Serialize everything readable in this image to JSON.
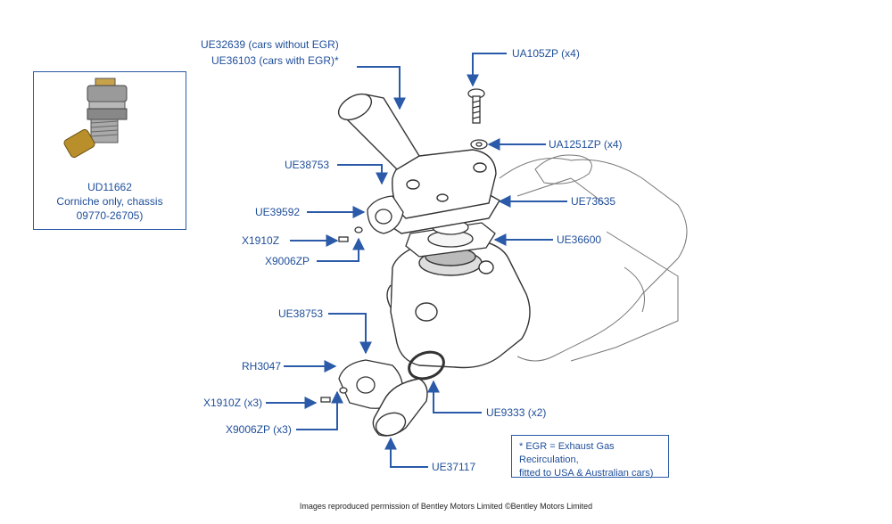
{
  "inset": {
    "part": "UD11662",
    "line2": "Corniche only, chassis",
    "line3": "09770-26705)"
  },
  "labels": {
    "ue32639": "UE32639 (cars without EGR)",
    "ue36103": "UE36103 (cars with EGR)*",
    "ua105zp": "UA105ZP (x4)",
    "ua1251zp": "UA1251ZP (x4)",
    "ue38753_top": "UE38753",
    "ue73635": "UE73635",
    "ue39592": "UE39592",
    "ue36600": "UE36600",
    "x1910z": "X1910Z",
    "x9006zp": "X9006ZP",
    "ue38753_bottom": "UE38753",
    "rh3047": "RH3047",
    "x1910z_x3": "X1910Z (x3)",
    "x9006zp_x3": "X9006ZP (x3)",
    "ue9333": "UE9333 (x2)",
    "ue37117": "UE37117"
  },
  "note": {
    "line1": "* EGR = Exhaust Gas Recirculation,",
    "line2": "fitted to USA & Australian cars)"
  },
  "credit": "Images reproduced permission of Bentley Motors Limited ©Bentley Motors Limited",
  "colors": {
    "accent": "#2a5aa8",
    "text": "#1f4e9a",
    "drawing": "#333333"
  }
}
